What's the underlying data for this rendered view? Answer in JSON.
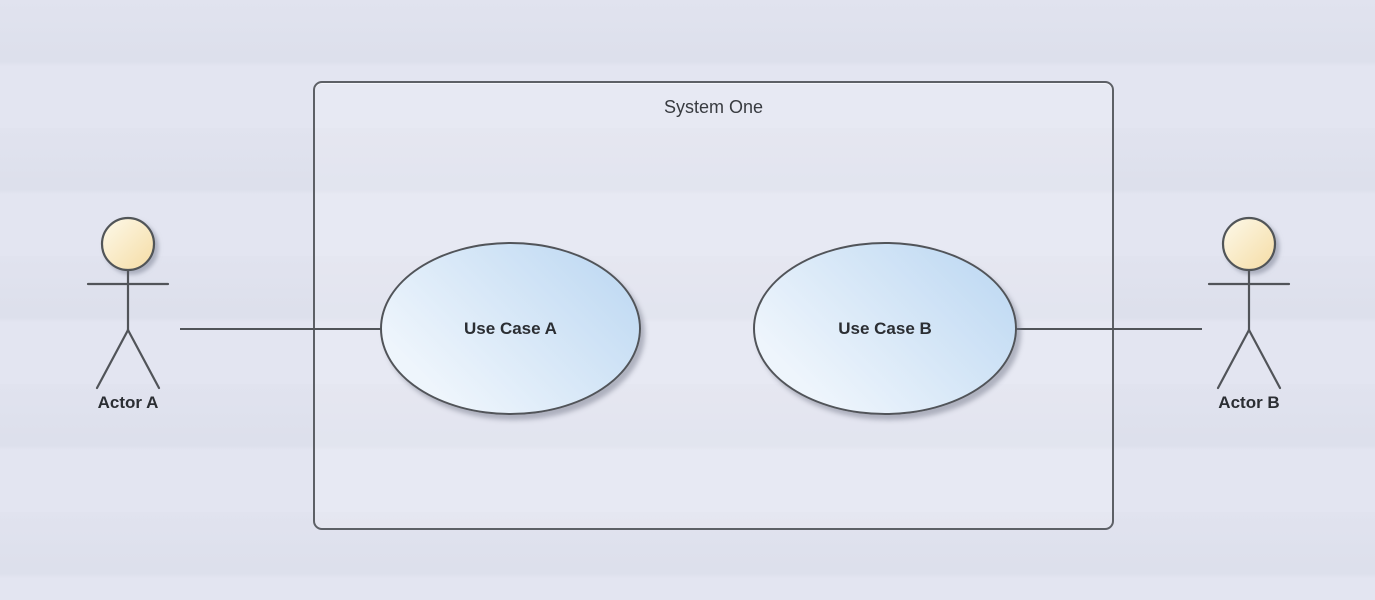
{
  "system": {
    "label": "System One"
  },
  "use_cases": [
    {
      "label": "Use Case A"
    },
    {
      "label": "Use Case B"
    }
  ],
  "actors": [
    {
      "label": "Actor A"
    },
    {
      "label": "Actor B"
    }
  ],
  "connections": [
    {
      "from": "Actor A",
      "to": "Use Case A"
    },
    {
      "from": "Actor B",
      "to": "Use Case B"
    }
  ],
  "colors": {
    "background_base": "#e1e3ef",
    "background_stripe": "#dde0ec",
    "boundary_stroke": "#5d6066",
    "shape_stroke": "#515459",
    "usecase_fill_light": "#eef5fc",
    "usecase_fill_dark": "#bdd8f2",
    "actor_head_light": "#fdf9ea",
    "actor_head_dark": "#f5dca4",
    "label_text": "#2b2e33",
    "title_text": "#383b40"
  }
}
